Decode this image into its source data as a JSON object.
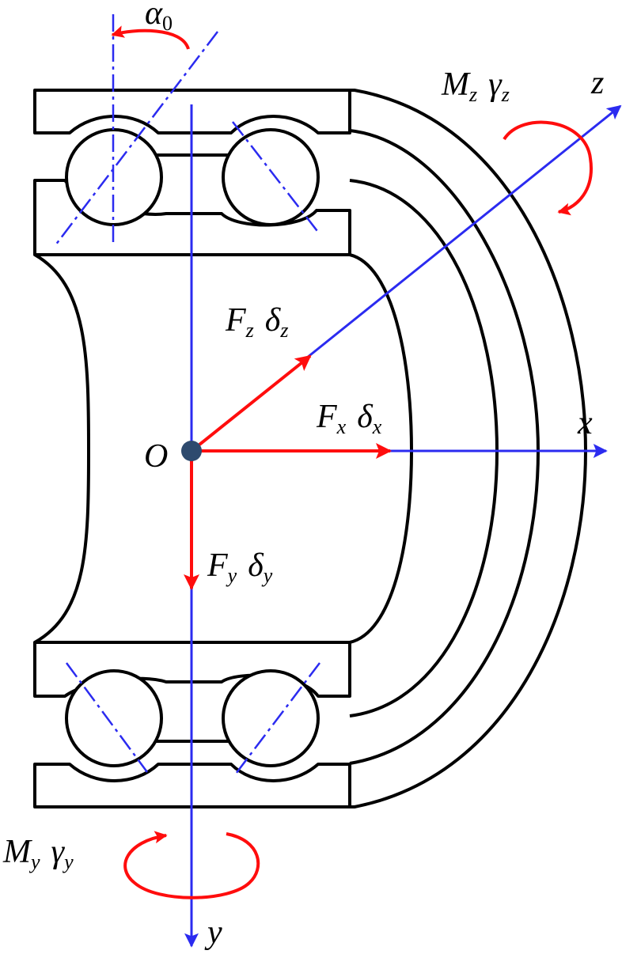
{
  "colors": {
    "axis": "#2b2bf0",
    "load": "#ff0d0d",
    "structure": "#000000",
    "origin": "#2e4a6e"
  },
  "labels": {
    "alpha": {
      "main": "α",
      "sub": "0"
    },
    "origin": "O",
    "x_axis": "x",
    "y_axis": "y",
    "z_axis": "z",
    "fx": {
      "f": "F",
      "fsub": "x",
      "d": "δ",
      "dsub": "x"
    },
    "fy": {
      "f": "F",
      "fsub": "y",
      "d": "δ",
      "dsub": "y"
    },
    "fz": {
      "f": "F",
      "fsub": "z",
      "d": "δ",
      "dsub": "z"
    },
    "mz": {
      "m": "M",
      "msub": "z",
      "g": "γ",
      "gsub": "z"
    },
    "my": {
      "m": "M",
      "msub": "y",
      "g": "γ",
      "gsub": "y"
    }
  }
}
